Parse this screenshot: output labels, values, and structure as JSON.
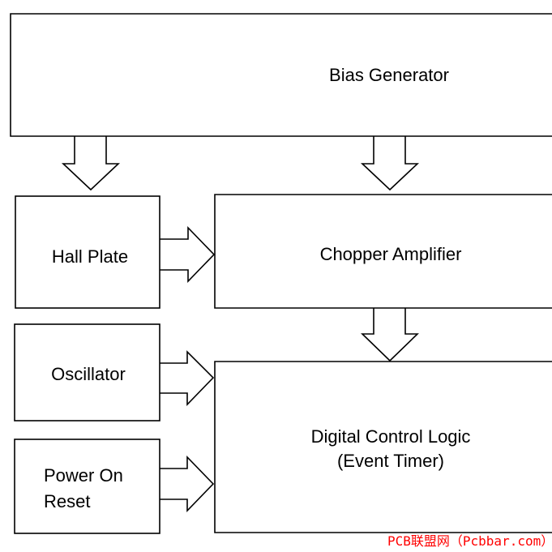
{
  "blocks": {
    "bias_generator": "Bias Generator",
    "hall_plate": "Hall Plate",
    "chopper_amplifier": "Chopper Amplifier",
    "oscillator": "Oscillator",
    "power_on_reset_line1": "Power On",
    "power_on_reset_line2": "Reset",
    "digital_control_logic_line1": "Digital Control Logic",
    "digital_control_logic_line2": "(Event Timer)"
  },
  "watermark": "PCB联盟网（Pcbbar.com）",
  "colors": {
    "line": "#000000",
    "background": "#ffffff",
    "watermark": "#ff0000"
  }
}
